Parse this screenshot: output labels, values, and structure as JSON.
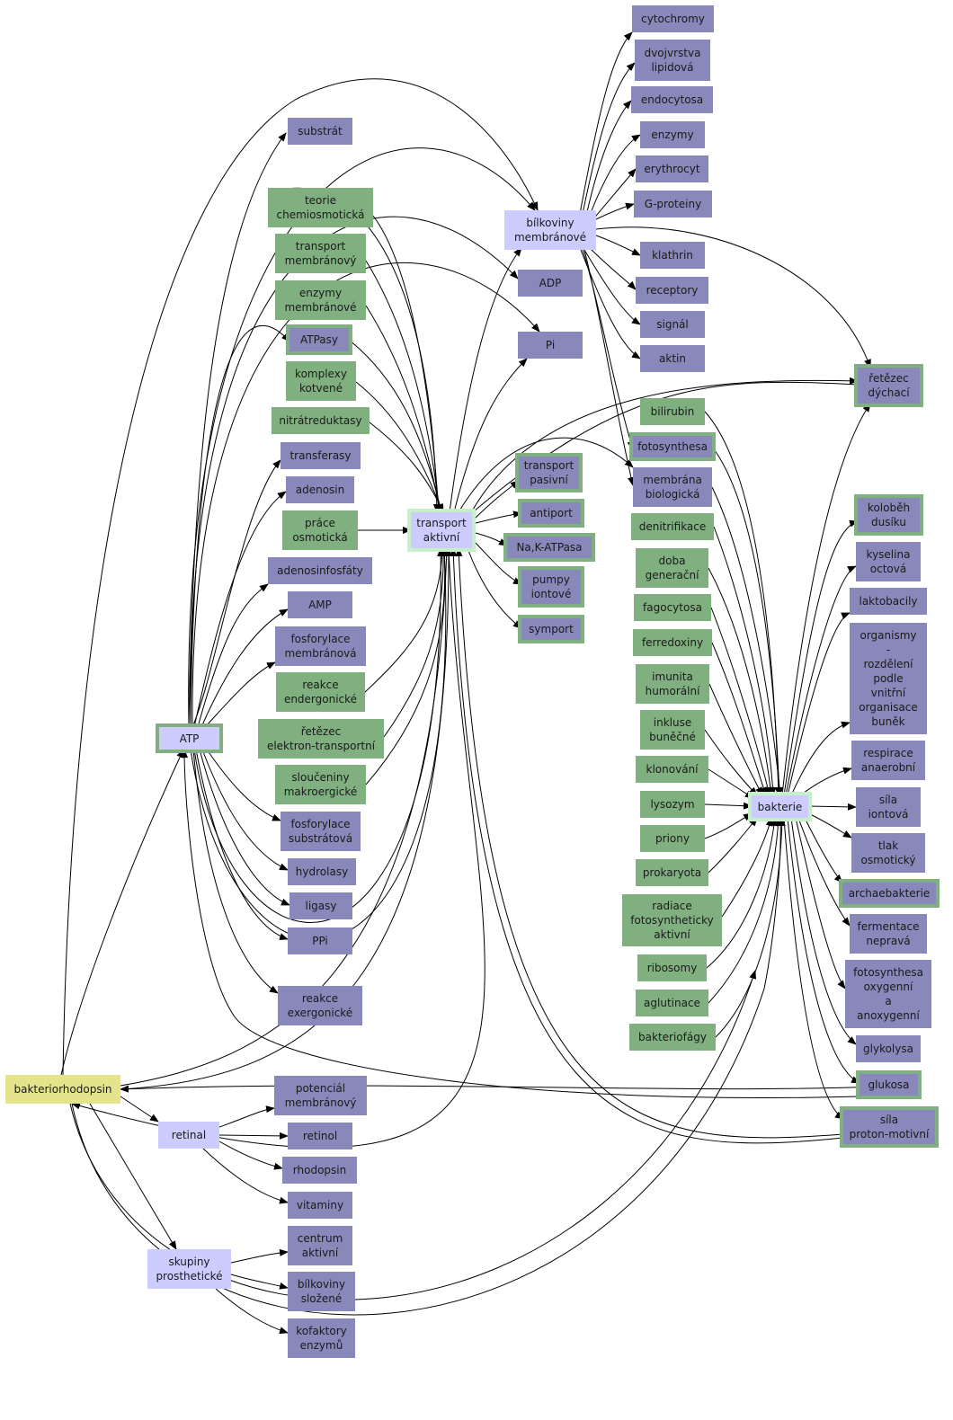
{
  "colors": {
    "purple": "#8888bb",
    "green": "#80b080",
    "lavender": "#ccccff",
    "yellow": "#e4e48c",
    "edge": "#000000"
  },
  "nodes": {
    "cytochromy": "cytochromy",
    "dvojvrstva": "dvojvrstva\nlipidová",
    "endocytosa": "endocytosa",
    "enzymy": "enzymy",
    "erythrocyt": "erythrocyt",
    "g_proteiny": "G-proteiny",
    "bilkoviny": "bílkoviny\nmembránové",
    "klathrin": "klathrin",
    "receptory": "receptory",
    "signal": "signál",
    "aktin": "aktin",
    "substrat": "substrát",
    "teorie": "teorie\nchemiosmotická",
    "transport_membranovy": "transport\nmembránový",
    "enzymy_membranove": "enzymy\nmembránové",
    "atpasy": "ATPasy",
    "komplexy": "komplexy\nkotvené",
    "nitratreduktasy": "nitrátreduktasy",
    "transferasy": "transferasy",
    "adenosin": "adenosin",
    "prace_osmoticka": "práce\nosmotická",
    "adenosinfosfaty": "adenosinfosfáty",
    "amp": "AMP",
    "fosforylace_membranova": "fosforylace\nmembránová",
    "reakce_endergonicke": "reakce\nendergonické",
    "retezec_el": "řetězec\nelektron-transportní",
    "slouceniny": "sloučeniny\nmakroergické",
    "atp": "ATP",
    "fosforylace_substratova": "fosforylace\nsubstrátová",
    "hydrolasy": "hydrolasy",
    "ligasy": "ligasy",
    "ppi": "PPi",
    "reakce_exergonicke": "reakce\nexergonické",
    "adp": "ADP",
    "pi": "Pi",
    "transport_aktivni": "transport\naktivní",
    "transport_pasivni": "transport\npasivní",
    "antiport": "antiport",
    "nak_atpasa": "Na,K-ATPasa",
    "pumpy": "pumpy\niontové",
    "symport": "symport",
    "retezec_dychaci": "řetězec\ndýchací",
    "bilirubin": "bilirubin",
    "fotosynthesa": "fotosynthesa",
    "membrana_biologicka": "membrána\nbiologická",
    "denitrifikace": "denitrifikace",
    "doba_generacni": "doba\ngenerační",
    "fagocytosa": "fagocytosa",
    "ferredoxiny": "ferredoxiny",
    "imunita": "imunita\nhumorální",
    "inkluse": "inkluse\nbuněčné",
    "klonovani": "klonování",
    "lysozym": "lysozym",
    "priony": "priony",
    "prokaryota": "prokaryota",
    "radiace": "radiace\nfotosyntheticky\naktivní",
    "ribosomy": "ribosomy",
    "aglutinace": "aglutinace",
    "bakteriofagy": "bakteriofágy",
    "bakterie": "bakterie",
    "kolobeh": "koloběh\ndusíku",
    "kyselina": "kyselina\noctová",
    "laktobacily": "laktobacily",
    "organismy": "organismy\n-\nrozdělení\npodle\nvnitřní\norganisace\nbuněk",
    "respirace": "respirace\nanaerobní",
    "sila_iontova": "síla\niontová",
    "tlak": "tlak\nosmotický",
    "archaebakterie": "archaebakterie",
    "fermentace": "fermentace\nnepravá",
    "fotosynthesa_ox": "fotosynthesa\noxygenní\na\nanoxygenní",
    "glykolysa": "glykolysa",
    "glukosa": "glukosa",
    "sila_proton": "síla\nproton-motivní",
    "bakteriorhodopsin": "bakteriorhodopsin",
    "retinal": "retinal",
    "potencial": "potenciál\nmembránový",
    "retinol": "retinol",
    "rhodopsin": "rhodopsin",
    "vitaminy": "vitaminy",
    "skupiny": "skupiny\nprosthetické",
    "centrum": "centrum\naktivní",
    "bilkoviny_slozene": "bílkoviny\nsložené",
    "kofaktory": "kofaktory\nenzymů"
  }
}
